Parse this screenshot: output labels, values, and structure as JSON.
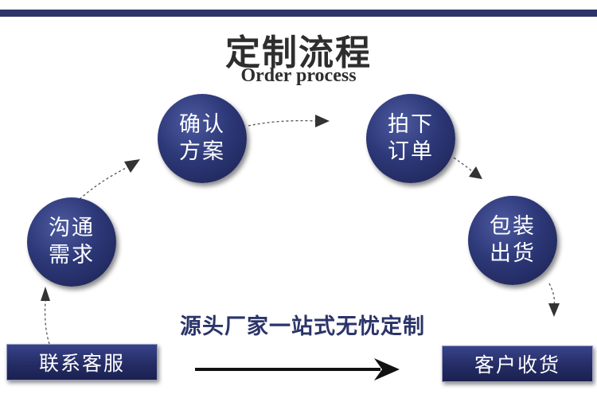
{
  "header": {
    "title": "定制流程",
    "subtitle": "Order process"
  },
  "steps": [
    {
      "name": "contact",
      "label": "联系客服"
    },
    {
      "name": "communicate",
      "line1": "沟通",
      "line2": "需求"
    },
    {
      "name": "confirm",
      "line1": "确认",
      "line2": "方案"
    },
    {
      "name": "order",
      "line1": "拍下",
      "line2": "订单"
    },
    {
      "name": "package",
      "line1": "包装",
      "line2": "出货"
    },
    {
      "name": "receive",
      "label": "客户收货"
    }
  ],
  "slogan": "源头厂家一站式无忧定制",
  "colors": {
    "primary": "#2b3469",
    "title": "#2e2e2e",
    "connector": "#555555"
  }
}
